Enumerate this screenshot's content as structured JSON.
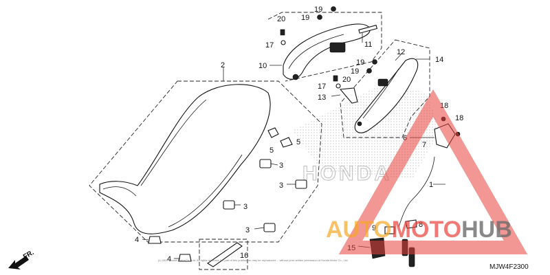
{
  "diagram": {
    "callouts": {
      "c1": "1",
      "c2": "2",
      "c3a": "3",
      "c3b": "3",
      "c3c": "3",
      "c3d": "3",
      "c4a": "4",
      "c4b": "4",
      "c5a": "5",
      "c5b": "5",
      "c6": "6",
      "c7": "7",
      "c8": "8",
      "c9": "9",
      "c10": "10",
      "c11": "11",
      "c12": "12",
      "c13": "13",
      "c14": "14",
      "c15": "15",
      "c16": "16",
      "c17a": "17",
      "c17b": "17",
      "c18a": "18",
      "c18b": "18",
      "c19a": "19",
      "c19b": "19",
      "c19c": "19",
      "c19d": "19",
      "c20a": "20",
      "c20b": "20"
    },
    "direction_label": "FR.",
    "background_brand": "HONDA",
    "diagram_code": "MJW4F2300",
    "copyright_line": "(c) 2020 Honda Motor Co., Ltd. All rights reserved. No part of this publication may be reproduced ... without prior written permission of Honda Motor Co., Ltd.",
    "watermark": {
      "text_orange": "AUTO",
      "text_red": "MOTO",
      "text_gray": "HUB",
      "color_orange": "#f5a623",
      "color_red": "#e8413a",
      "color_gray": "#6b6b6b"
    }
  }
}
